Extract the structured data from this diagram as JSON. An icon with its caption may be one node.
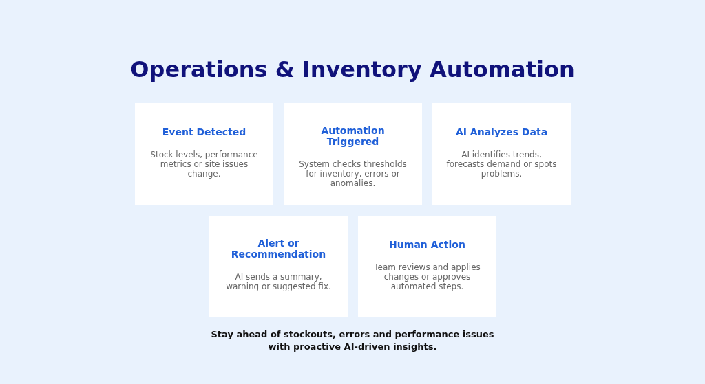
{
  "diagram": {
    "title": "Operations & Inventory Automation",
    "nodes": [
      {
        "text": [
          "Event Detected",
          "Stock levels, performance metrics or site issues change."
        ]
      },
      {
        "text": [
          "Automation Triggered",
          "System checks thresholds for inventory, errors or anomalies."
        ]
      },
      {
        "text": [
          "AI Analyzes Data",
          "AI identifies trends, forecasts demand or spots problems."
        ]
      },
      {
        "text": [
          "Alert or Recommendation",
          "AI sends a summary, warning or suggested fix."
        ]
      },
      {
        "text": [
          "Human Action",
          "Team reviews and applies changes or approves automated steps."
        ]
      }
    ],
    "caption": "Stay ahead of stockouts, errors and performance issues with proactive AI-driven insights."
  }
}
